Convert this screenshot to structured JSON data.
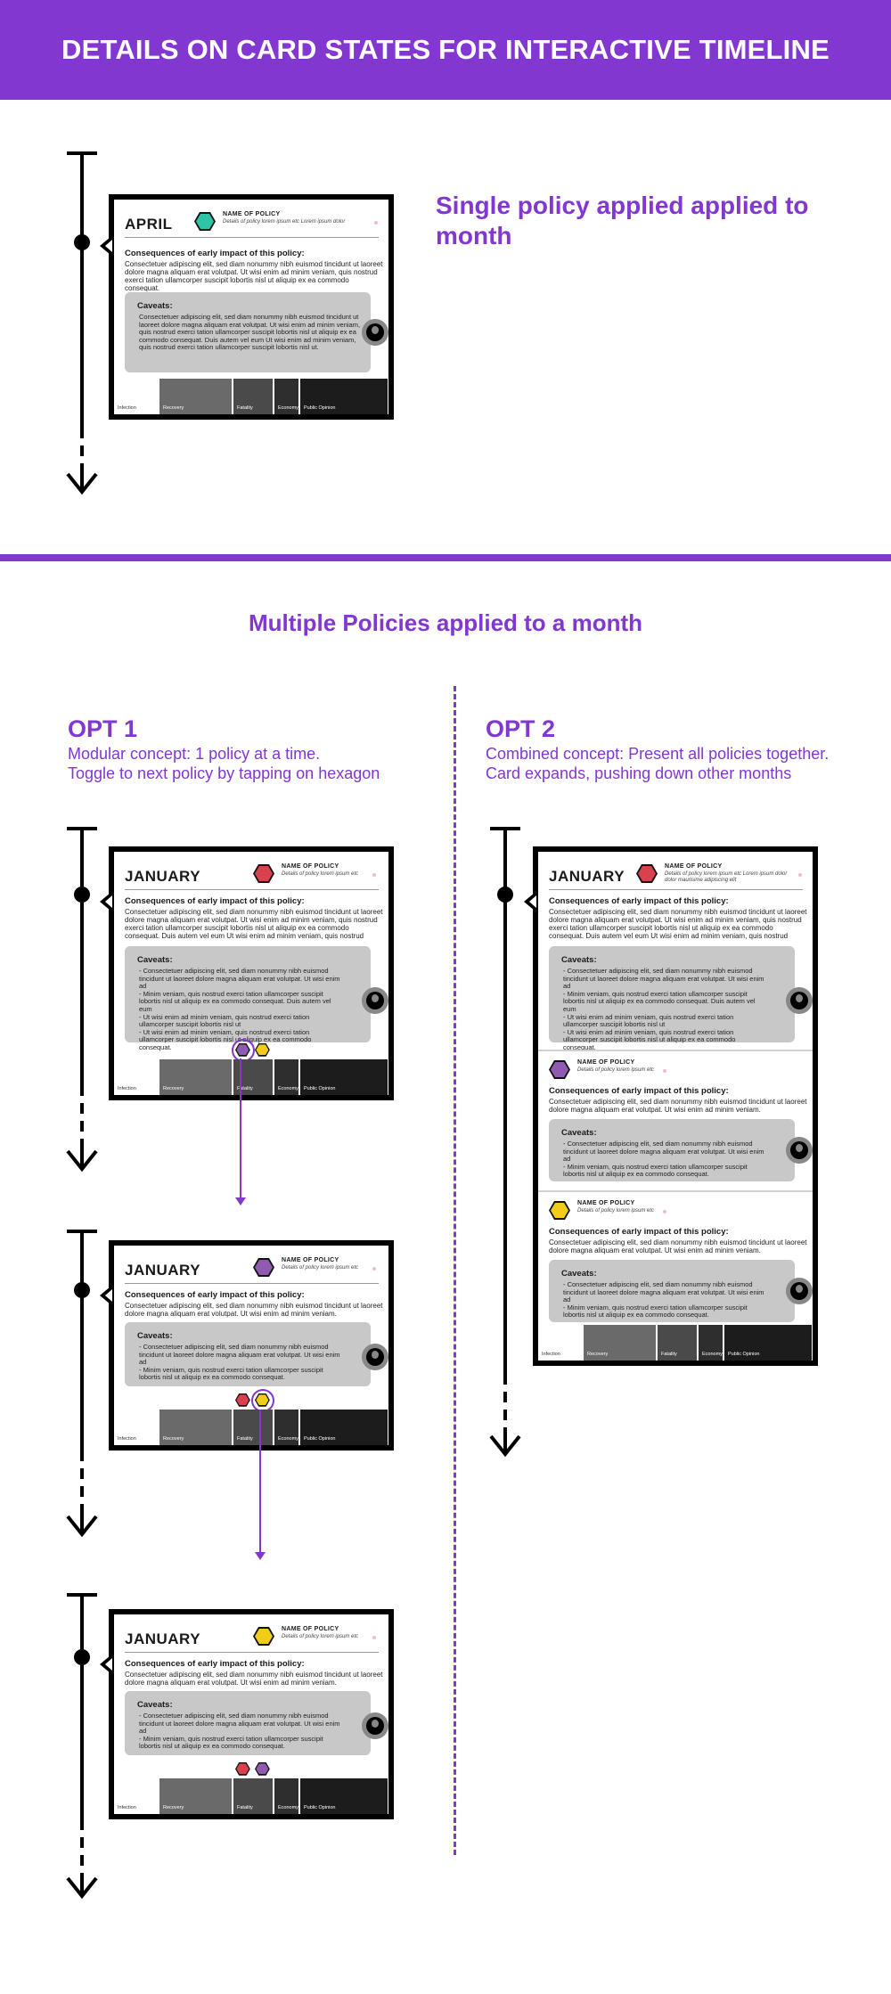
{
  "header": {
    "title": "DETAILS ON CARD STATES FOR INTERACTIVE TIMELINE"
  },
  "single_section": {
    "title": "Single policy applied applied to month"
  },
  "multiple_section": {
    "title": "Multiple Policies applied to a month"
  },
  "opt1": {
    "title": "OPT 1",
    "line1": "Modular concept: 1 policy at a time.",
    "line2": "Toggle to next policy by tapping on hexagon"
  },
  "opt2": {
    "title": "OPT 2",
    "line1": "Combined concept: Present all policies together.",
    "line2": "Card expands, pushing down other months"
  },
  "card": {
    "policy_name": "NAME OF POLICY",
    "policy_detail_short": "Details of policy lorem ipsum etc",
    "policy_detail_long": "Details of policy lorem ipsum etc Lorem ipsum dolor",
    "policy_detail_long2": "dolor maurisime adipiscing elit",
    "consequences_title": "Consequences of early impact of this policy:",
    "consequences_text_long": "Consectetuer adipiscing elit, sed diam nonummy nibh euismod tincidunt ut laoreet dolore magna aliquam erat volutpat. Ut wisi enim ad minim veniam, quis nostrud exerci tation ullamcorper suscipit lobortis nisl ut aliquip ex ea commodo consequat. Duis autem vel eum Ut wisi enim ad minim veniam, quis nostrud",
    "consequences_text_mid": "Consectetuer adipiscing elit, sed diam nonummy nibh euismod tincidunt ut laoreet dolore magna aliquam erat volutpat. Ut wisi enim ad minim veniam, quis nostrud exerci tation ullamcorper suscipit lobortis nisl ut aliquip ex ea commodo consequat.",
    "consequences_text_short": "Consectetuer adipiscing elit, sed diam nonummy nibh euismod tincidunt ut laoreet dolore magna aliquam erat volutpat. Ut wisi enim ad minim veniam.",
    "caveats_title": "Caveats:",
    "caveats_text_april": "Consectetuer adipiscing elit, sed diam nonummy nibh euismod tincidunt ut laoreet dolore magna aliquam erat volutpat. Ut wisi enim ad minim veniam, quis nostrud exerci tation ullamcorper suscipit lobortis nisl ut aliquip ex ea commodo consequat. Duis autem vel eum Ut wisi enim ad minim veniam, quis nostrud exerci tation ullamcorper suscipit lobortis nisl ut.",
    "caveats_text_list_long": "- Consectetuer adipiscing elit, sed diam nonummy nibh euismod tincidunt ut laoreet dolore magna aliquam erat volutpat. Ut wisi enim ad\n- Minim veniam, quis nostrud exerci tation ullamcorper suscipit lobortis nisl ut aliquip ex ea commodo consequat. Duis autem vel eum\n- Ut wisi enim ad minim veniam, quis nostrud exerci tation ullamcorper suscipit lobortis nisl ut\n- Ut wisi enim ad minim veniam, quis nostrud exerci tation ullamcorper suscipit lobortis nisl ut aliquip ex ea commodo consequat.",
    "caveats_text_list_short": "- Consectetuer adipiscing elit, sed diam nonummy nibh euismod tincidunt ut laoreet dolore magna aliquam erat volutpat. Ut wisi enim ad\n- Minim veniam, quis nostrud exerci tation ullamcorper suscipit lobortis nisl ut aliquip ex ea commodo consequat.",
    "tabs": [
      "Infection",
      "Recovery",
      "Fatality",
      "Economy",
      "Public Opinion"
    ]
  },
  "months": {
    "april": "APRIL",
    "january": "JANUARY"
  },
  "colors": {
    "accent": "#8237d0",
    "teal": "#2ec4a6",
    "red": "#d9414f",
    "purple": "#8f5ab0",
    "yellow": "#f2cc1b"
  }
}
